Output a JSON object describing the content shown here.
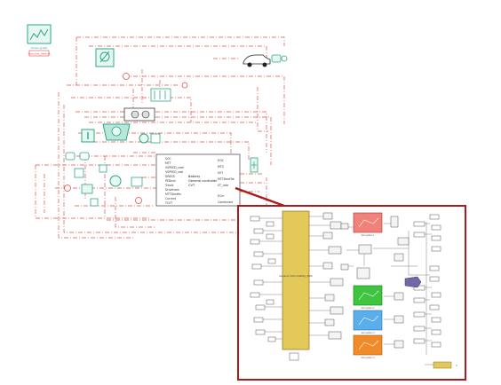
{
  "colors": {
    "wire": "#e0504a",
    "wire_dark": "#8b1a1a",
    "block_teal": "#2aa88a",
    "zoom_frame": "#a81c1c",
    "controller_yellow": "#e3c85a",
    "sub_red": "#f0827a",
    "sub_green": "#3ec43e",
    "sub_blue": "#5aaeea",
    "sub_orange": "#f08a2a",
    "bus_purple": "#6f6aa6"
  },
  "scope_block": {
    "line1": "Scope graph",
    "line2": "Simulink_Vehicle"
  },
  "controller_block": {
    "title_line1": "Battery",
    "title_line2": "General controller",
    "title_line3": "CVT",
    "inputs": [
      "SOC",
      "MTT",
      "VSPEED_com",
      "VSPEED_real",
      "DRESS",
      "PEDmd",
      "Trevel",
      "Drivetrain",
      "MTTDmdfin",
      "Current",
      "TCVT"
    ],
    "outputs": [
      "EOS",
      "MTS",
      "SVT",
      "MTTDmdTot",
      "ST_rate",
      "",
      "ECm",
      "Combinate"
    ]
  },
  "detail": {
    "bus_block_label": "General control\nbattery_EMS",
    "red_block_label": "Sub-system 1",
    "green_block_label": "Sub-system 2",
    "blue_block_label": "Sub-system 3",
    "orange_block_label": "Sub-system 4",
    "page_number": "1"
  }
}
